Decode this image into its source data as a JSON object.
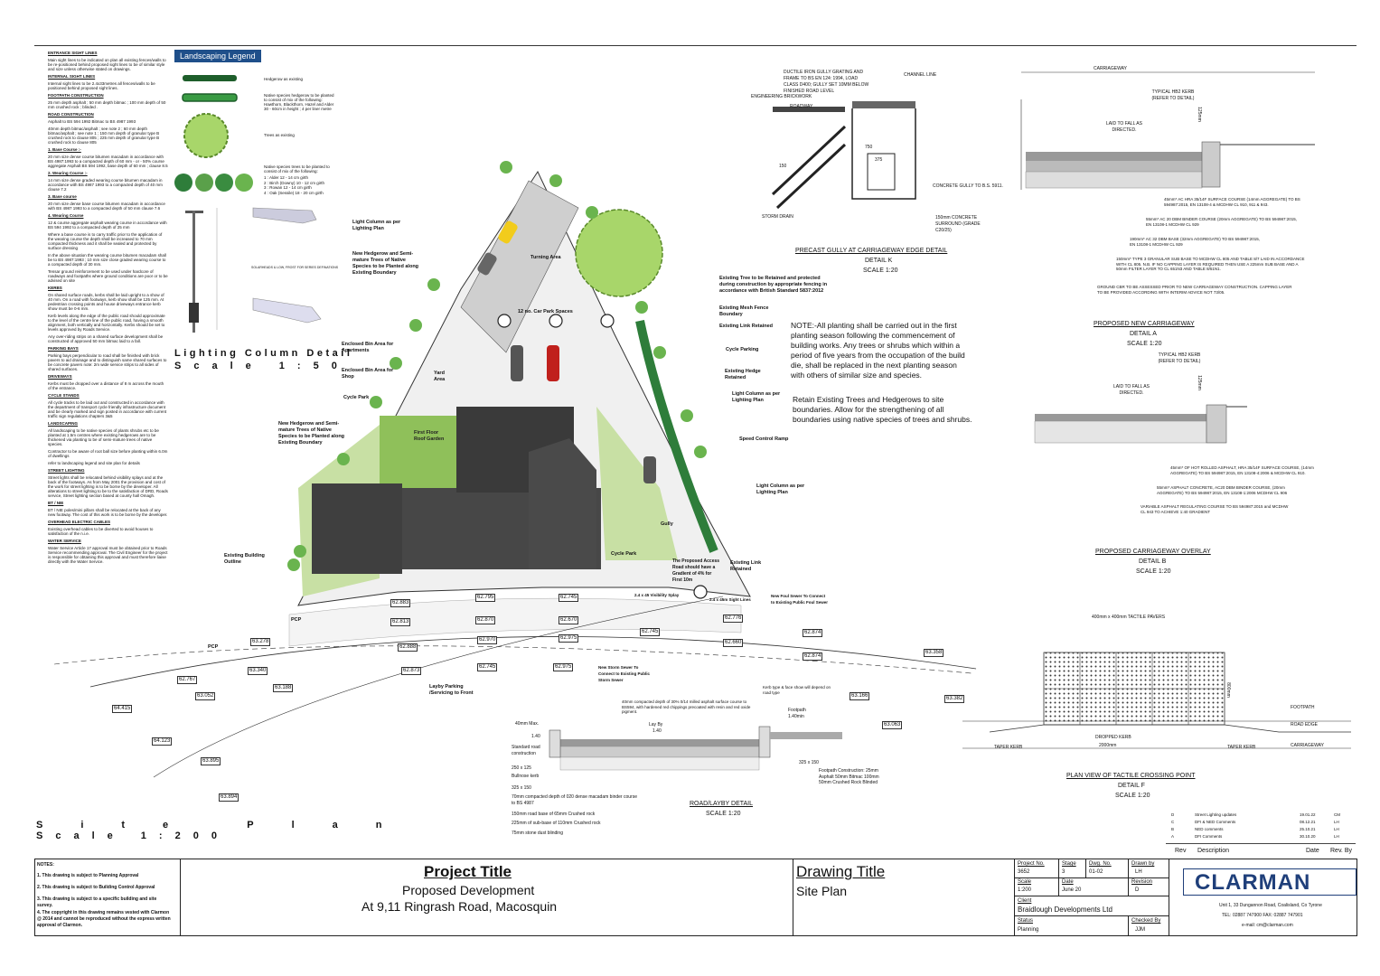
{
  "legend": {
    "title": "Landscaping Legend",
    "hedgerow_existing": "Hedgerow as existing",
    "hedgerow_new": "Native species hedgerow to be planted to consist of mix of the following: Hawthorn, Blackthorn, Hazel and Alder 30 - 60cm in height ; 4 per liner metre",
    "trees_existing": "Trees as existing",
    "native_trees": "Native species trees to be planted to consist of mix of the following:",
    "tree_list": [
      "1 : Alder 12 - 14 cm girth",
      "2 : Birch (Downy) 10 - 12 cm girth",
      "3 : Rowan 12 - 14 cm girth",
      "4 : Oak (Sessile) 18 - 20 cm girth"
    ],
    "lighting_caption": "SOLARHEADS & LOW, FROST FOR SERIES DEFINATIONS"
  },
  "lighting_detail": {
    "title": "Lighting Column Detail",
    "scale": "Scale 1:50"
  },
  "site_plan": {
    "title": "Site Plan",
    "scale": "Scale 1:200"
  },
  "spec_notes": [
    "ENTRANCE SIGHT LINES",
    "Main sight lines to be indicated on plan all existing fences/walls to be re-positioned behind proposed sight lines to be of similar style and size unless otherwise stated on drawings.",
    "INTERNAL SIGHT LINES",
    "Internal sight lines to be 2.4x33metres all fences/walls to be positioned behind proposed sight lines.",
    "FOOTPATH CONSTRUCTION",
    "25 mm depth asphalt ; 50 mm depth bitmac ; 100 mm depth of 50 mm crushed rock ; blinded .",
    "ROAD CONSTRUCTION",
    "Asphalt to BS 594 1992 Bitmac to BS 4987 1993",
    "40mm depth bitmac/asphalt ; see note 2 ; 60 mm depth bitmac/asphalt ; see note 1 ; 150 mm depth of granular type B crushed rock to clause 805 ; 225 mm depth of granular type B crushed rock to clause 805",
    "1. Base Course :-",
    "20 mm size dense course bitumen macadam in accordance with BS 4987:1993 to a compacted depth of 60 mm - or - 50% course aggregate Asphalt BS 594 1992, base depth of 60 mm ; clause 8.5",
    "2. Wearing Course :-",
    "14 mm size dense graded wearing course bitumen macadam in accordance with BS 4987 1993 to a compacted depth of 40 mm clause 7.2",
    "3. Base course",
    "20 mm size dense base course bitumen macadam in accordance with BS 4987 1993 to a compacted depth of 50 mm clause 7.6",
    "4. Wearing Course",
    "12 & course aggregate asphalt wearing course in accordance with BS 594 1992 to a compacted depth of 25 mm",
    "Where a base course is to carry traffic prior to the application of the wearing course the depth shall be increased to 70 mm compacted thickness and it shall be sealed and protected by surface dressing",
    "In the above situation the wearing course bitumen macadam shall be to BS 4987:1993 ; 10 mm size close graded wearing course to a compacted depth of 30 mm.",
    "Tensar ground reinforcement to be used under hardcore of roadways and footpaths where ground conditions are poor or to be advised on site",
    "KERBS",
    "On shared surface roads, kerbs shall be laid upright to a show of 40 mm. On a road with footways, kerb show shall be 125 mm. At pedestrian crossing points and house driveways entrance kerb show must be 0-6 mm.",
    "Kerb levels along the edge of the public road should approximate to the level of the centre line of the public road, having a smooth alignment, both vertically and horizontally. Kerbs should be set to levels approved by Roads Service.",
    "Any over-riding strips on a shared surface development shall be constructed of approved 50 mm bitmac laid to a fall.",
    "PARKING BAYS",
    "Parking bays perpendicular to road shall be finished with brick pavers to aid drainage and to distinguish same shared surfaces to be concrete pavers note: 2m wide service strips to all sides of shared surfaces.",
    "DRIVEWAYS",
    "Kerbs must be dropped over a distance of 8 m across the mouth of the entrance.",
    "CYCLE STANDS",
    "All cycle tracks to be laid out and constructed in accordance with the department of transport cycle friendly infrastructure document and be clearly marked and sign posted in accordance with current traffic sign regulations chapters 3&5",
    "LANDSCAPING",
    "All landscaping to be native species of plants shrubs etc to be planted at 1.5m centres where existing hedgerows are to be thickened via planting to be of semi-mature trees of native species.",
    "Contractor to be aware of root ball size before planting within 6.0m of dwellings",
    "refer to landscaping legend and site plan for details",
    "STREET LIGHTING",
    "Street lights shall be relocated behind visibility splays and at the back of the footways. As from May 2001 the provision and cost of the work for street lighting is to be borne by the developer. All alterations to street lighting to be to the satisfaction of DRD, Roads service, Street lighting section based at county hall Omagh.",
    "BT / NIE",
    "BT / NIE poles/mini pillars shall be relocated at the back of any new footway. The cost of this work is to be borne by the developer.",
    "OVERHEAD ELECTRIC CABLES",
    "Existing overhead cables to be diverted to avoid houses to satisfaction of the n.i.e.",
    "WATER SERVICE",
    "Water Service Article 17 approval must be obtained prior to Roads Service recommending approval. The Civil Engineer for the project is responsible for obtaining this approval and must therefore liaise directly with the Water Service."
  ],
  "site_labels": {
    "light_column_1": "Light Column as per Lighting Plan",
    "new_hedgerow_1": "New Hedgerow and Semi-mature Trees of Native Species to be Planted along Existing Boundary",
    "turning_area": "Turning Area",
    "car_park": "12 no. Car Park Spaces",
    "existing_tree": "Existing Tree to be Retained and protected during construction by appropriate fencing in accordance with British Standard 5837:2012",
    "existing_mesh": "Existing Mesh Fence Boundary",
    "existing_link": "Existing Link Retained",
    "enclosed_bin_apt": "Enclosed Bin Area for Apartments",
    "enclosed_bin_shop": "Enclosed Bin Area for Shop",
    "yard_area": "Yard Area",
    "cycle_park_left": "Cycle Park",
    "cycle_parking_right": "Cycle Parking",
    "existing_hedge": "Existing Hedge Retained",
    "light_column_2": "Light Column as per Lighting Plan",
    "first_floor_roof": "First Floor Roof Garden",
    "speed_ramp": "Speed Control Ramp",
    "new_hedgerow_2": "New Hedgerow and Semi-mature Trees of Native Species to be Planted along Existing Boundary",
    "light_column_3": "Light Column as per Lighting Plan",
    "existing_building": "Existing Building Outline",
    "cycle_park_bottom": "Cycle Park",
    "gully": "Gully",
    "proposed_access": "The Proposed Access Road should have a Gradient of 4% for First 10m",
    "existing_link_2": "Existing Link Retained",
    "new_foul_sewer": "New Foul Sewer To Connect to Existing Public Foul Sewer",
    "new_storm_sewer": "New Storm Sewer To Connect to Existing Public Storm Sewer",
    "layby": "Layby Parking /Servicing to Front",
    "pcp": "PCP",
    "visibility": "2.4 x 45 Visibility Splay",
    "sight_lines": "2.4 x 45m Sight Lines",
    "levels": [
      "63.278",
      "62.883",
      "62.813",
      "62.795",
      "62.745",
      "62.670",
      "62.870",
      "62.888",
      "62.975",
      "62.745",
      "62.873",
      "62.776",
      "62.660",
      "62.874",
      "63.358",
      "63.340",
      "63.188",
      "62.767",
      "63.052",
      "64.415",
      "64.123",
      "63.895",
      "63.894",
      "62.874",
      "63.166",
      "63.382",
      "63.063",
      "62.975",
      "62.970",
      "62.745"
    ]
  },
  "planting_note": "NOTE:-All planting shall be carried out in the first planting season following the commencement of building works. Any trees or shrubs which within a period of five years from the occupation of the build die, shall be replaced in the next planting season with others of similar size and species.",
  "retain_note": "Retain Existing Trees and Hedgerows to site boundaries. Allow for the strengthening of all boundaries using native species of trees and shrubs.",
  "detail_k": {
    "title": "PRECAST GULLY AT CARRIAGEWAY EDGE DETAIL",
    "sub": "DETAIL K",
    "scale": "SCALE 1:20",
    "labels": [
      "DUCTILE IRON GULLY GRATING AND FRAME TO BS EN 124: 1994, LOAD CLASS D400; GULLY SET 10MM BELOW FINISHED ROAD LEVEL",
      "CHANNEL LINE",
      "ENGINEERING BRICKWORK",
      "ROADWAY",
      "CONCRETE GULLY TO B.S. 5911.",
      "STORM DRAIN",
      "150mm CONCRETE SURROUND (GRADE C20/25)",
      "750",
      "375",
      "150"
    ]
  },
  "detail_a": {
    "title": "PROPOSED NEW CARRIAGEWAY",
    "sub": "DETAIL A",
    "scale": "SCALE 1:20",
    "labels": [
      "CARRIAGEWAY",
      "TYPICAL HB2 KERB (REFER TO DETAIL)",
      "LAID TO FALL AS DIRECTED.",
      "125mm",
      "45mm* AC HRA 35/14F SURFACE COURSE (14mm AGGREGATE) TO BS 594987:2015, EN 13108-4 & MCDHW CL 910, 911 & 943.",
      "55mm* AC 20 DBM BINDER COURSE (20mm AGGREGATE) TO BS 594987:2015, EN 13108-1 MCDHW CL 929",
      "190mm* AC 32 DBM BASE (32mm AGGREGATE) TO BS 594987:2015, EN 13108-1 MCDHW CL 929",
      "150mm* TYPE 3 GRANULAR SUB BASE TO MCDHW CL 805 AND TABLE 8/7 LAID IN ACCORDANCE WITH CL 805. N.B. IF NO CAPPING LAYER IS REQUIRED THEN USE A 225mm SUB BASE AND A 50mm FILTER LAYER TO CL 651N3 AND TABLE 8/51N1.",
      "GROUND CBR TO BE ASSESSED PRIOR TO NEW CARRIAGEWAY CONSTRUCTION. CAPPING LAYER TO BE PROVIDED ACCORDING WITH INTERIM ADVICE NOT 73/05."
    ]
  },
  "detail_b": {
    "title": "PROPOSED CARRIAGEWAY OVERLAY",
    "sub": "DETAIL B",
    "scale": "SCALE 1:20",
    "labels": [
      "TYPICAL HB2 KERB (REFER TO DETAIL)",
      "LAID TO FALL AS DIRECTED.",
      "125mm",
      "45mm* OF HOT ROLLED ASPHALT, HRA 35/14F SURFACE COURSE, (14mm AGGREGATE) TO BS 594987:2015, EN 13108-4:2006 & MCDHW CL 910.",
      "55mm* ASPHALT CONCRETE, AC20 DBM BINDER COURSE, (20mm AGGREGATE) TO BS 594987:2015, EN 13108-1:2006 MCDHW CL 906",
      "VARIABLE ASPHALT REGULATING COURSE TO BS 594987:2015 and MCDHW CL 943 TO ACHIEVE 1:40 GRADIENT"
    ]
  },
  "detail_f": {
    "title": "PLAN VIEW OF TACTILE CROSSING POINT",
    "sub": "DETAIL F",
    "scale": "SCALE 1:20",
    "labels": [
      "400mm x 400mm TACTILE PAVERS",
      "800mm",
      "FOOTPATH",
      "ROAD EDGE",
      "DROPPED KERB",
      "2000mm",
      "TAPER KERB",
      "TAPER KERB",
      "CARRIAGEWAY"
    ]
  },
  "road_layby": {
    "title": "ROAD/LAYBY DETAIL",
    "scale": "SCALE 1:20",
    "labels": [
      "40mm compacted depth of 30% 0/14 milled asphalt surface course to BS594, with hardened red chippings precoated with resin and red oxide pigment.",
      "Kerb type & face show will depend on road type",
      "40mm Max.",
      "Lay By",
      "1.40",
      "1.40",
      "Footpath",
      "1.40min",
      "Standard road construction",
      "250 x 125",
      "Bullnose kerb",
      "325 x 150",
      "325 x 150",
      "70mm compacted depth of 020 dense macadam binder course to BS 4987",
      "150mm road base of 65mm Crushed rock",
      "225mm of sub-base of 110mm Crushed rock",
      "75mm stone dust blinding",
      "Footpath Construction: 25mm Asphalt 50mm Bitmac 100mm 50mm Crushed Rock Blinded"
    ]
  },
  "revisions": {
    "rows": [
      {
        "rev": "D",
        "desc": "Street Lighting updates",
        "date": "19.01.22",
        "by": "CM"
      },
      {
        "rev": "C",
        "desc": "DFI & NED Comments",
        "date": "08.12.21",
        "by": "LH"
      },
      {
        "rev": "B",
        "desc": "NED comments",
        "date": "25.10.21",
        "by": "LH"
      },
      {
        "rev": "A",
        "desc": "DFI Comments",
        "date": "30.10.20",
        "by": "LH"
      }
    ],
    "header": {
      "rev": "Rev",
      "desc": "Description",
      "date": "Date",
      "by": "Rev. By"
    }
  },
  "title_block": {
    "notes_heading": "NOTES:",
    "notes": [
      "1. This drawing is subject to Planning Approval",
      "2. This drawing is subject to Building Control Approval",
      "3. This drawing is subject to a specific building and site survey.",
      "4. The copyright in this drawing remains vested with Clarmon @ 2014 and cannot be reproduced without the express written approval of Clarmon."
    ],
    "project_title_label": "Project Title",
    "project_title_1": "Proposed Development",
    "project_title_2": "At 9,11 Ringrash Road, Macosquin",
    "drawing_title_label": "Drawing Title",
    "drawing_title": "Site Plan",
    "project_no_label": "Project No.",
    "project_no": "3652",
    "stage_label": "Stage",
    "stage": "3",
    "dwg_no_label": "Dwg. No.",
    "dwg_no": "01-02",
    "drawn_by_label": "Drawn by",
    "drawn_by": "LH",
    "scale_label": "Scale",
    "scale": "1:200",
    "date_label": "Date",
    "date": "June 20",
    "revision_label": "Revision",
    "revision": "D",
    "client_label": "Client",
    "client": "Braidlough Developments Ltd",
    "status_label": "Status",
    "status": "Planning",
    "checked_label": "Checked By",
    "checked": "JJM",
    "company": "CLARMAN",
    "address": "Unit 1, 33 Dungannon Road, Coalisland, Co Tyrone",
    "tel": "TEL: 02887 747900   FAX: 02887 747901",
    "email": "e-mail: cm@clarman.com"
  },
  "colors": {
    "grass": "#8fc05a",
    "grass_light": "#c8e0a4",
    "roof": "#4a4a4a",
    "hedge": "#2e7d3a",
    "tree": "#8cc152",
    "road": "#e8e8e8",
    "brand": "#1f4f8a"
  }
}
